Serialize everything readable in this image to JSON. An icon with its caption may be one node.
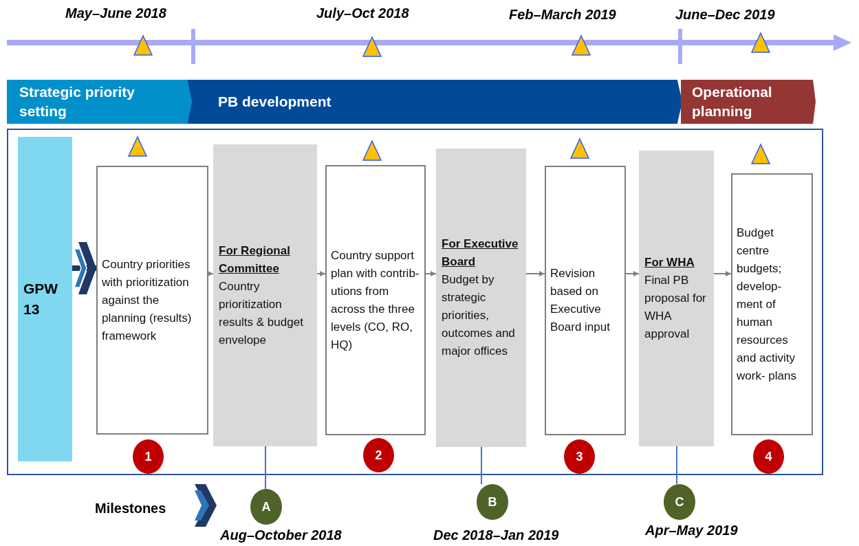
{
  "diagram": {
    "nodes": [
      {
        "text": [
          "Strategic priority setting"
        ]
      },
      {
        "text": [
          "PB development"
        ]
      },
      {
        "text": [
          "Operational planning"
        ]
      },
      {
        "text": [],
        "shape": "box"
      },
      {
        "text": [
          "GPW 13"
        ],
        "in": 3
      },
      {
        "text": [
          "Country priorities with prioritization against the planning (results) framework"
        ],
        "in": 3
      },
      {
        "text": [
          "For Regional Committee",
          "Country prioritization results & budget envelope"
        ],
        "in": 3
      },
      {
        "text": [
          "Country support plan with contrib- utions from across the three levels (CO, RO, HQ)"
        ],
        "in": 3
      },
      {
        "text": [
          "For Executive Board",
          "Budget by strategic priorities, outcomes and major offices"
        ],
        "in": 3
      },
      {
        "text": [
          "Revision based on Executive Board input"
        ],
        "in": 3
      },
      {
        "text": [
          "For WHA",
          "Final PB proposal for WHA approval"
        ],
        "in": 3
      },
      {
        "text": [
          "Budget centre budgets; develop- ment of human resources and activity work- plans"
        ],
        "in": 3
      },
      {
        "text": [
          "1"
        ],
        "in": 3
      },
      {
        "text": [
          "2"
        ],
        "in": 3
      },
      {
        "text": [
          "3"
        ],
        "in": 3
      },
      {
        "text": [
          "4"
        ],
        "in": 3
      },
      {
        "text": [
          "A"
        ],
        "beside": [
          "Aug–October 2018"
        ]
      },
      {
        "text": [
          "B"
        ],
        "beside": [
          "Dec 2018–Jan 2019"
        ]
      },
      {
        "text": [
          "C"
        ],
        "beside": [
          "Apr–May 2019"
        ]
      }
    ],
    "edges": [
      {
        "from": 4,
        "to": 5,
        "arrow": "to",
        "style": "thick",
        "color": "#1f3864"
      },
      {
        "from": 5,
        "to": 6,
        "arrow": "to"
      },
      {
        "from": 6,
        "to": 7,
        "arrow": "to"
      },
      {
        "from": 7,
        "to": 8,
        "arrow": "to"
      },
      {
        "from": 8,
        "to": 9,
        "arrow": "to"
      },
      {
        "from": 9,
        "to": 10,
        "arrow": "to"
      },
      {
        "from": 10,
        "to": 11,
        "arrow": "to"
      },
      {
        "from": 6,
        "to": 16,
        "arrow": "none",
        "color": "#4472c4"
      },
      {
        "from": 8,
        "to": 17,
        "arrow": "none",
        "color": "#4472c4"
      },
      {
        "from": 10,
        "to": 18,
        "arrow": "none",
        "color": "#4472c4"
      }
    ],
    "labels": [
      "May–June 2018",
      "July–Oct 2018",
      "Feb–March 2019",
      "June–Dec 2019",
      "Milestones"
    ]
  }
}
